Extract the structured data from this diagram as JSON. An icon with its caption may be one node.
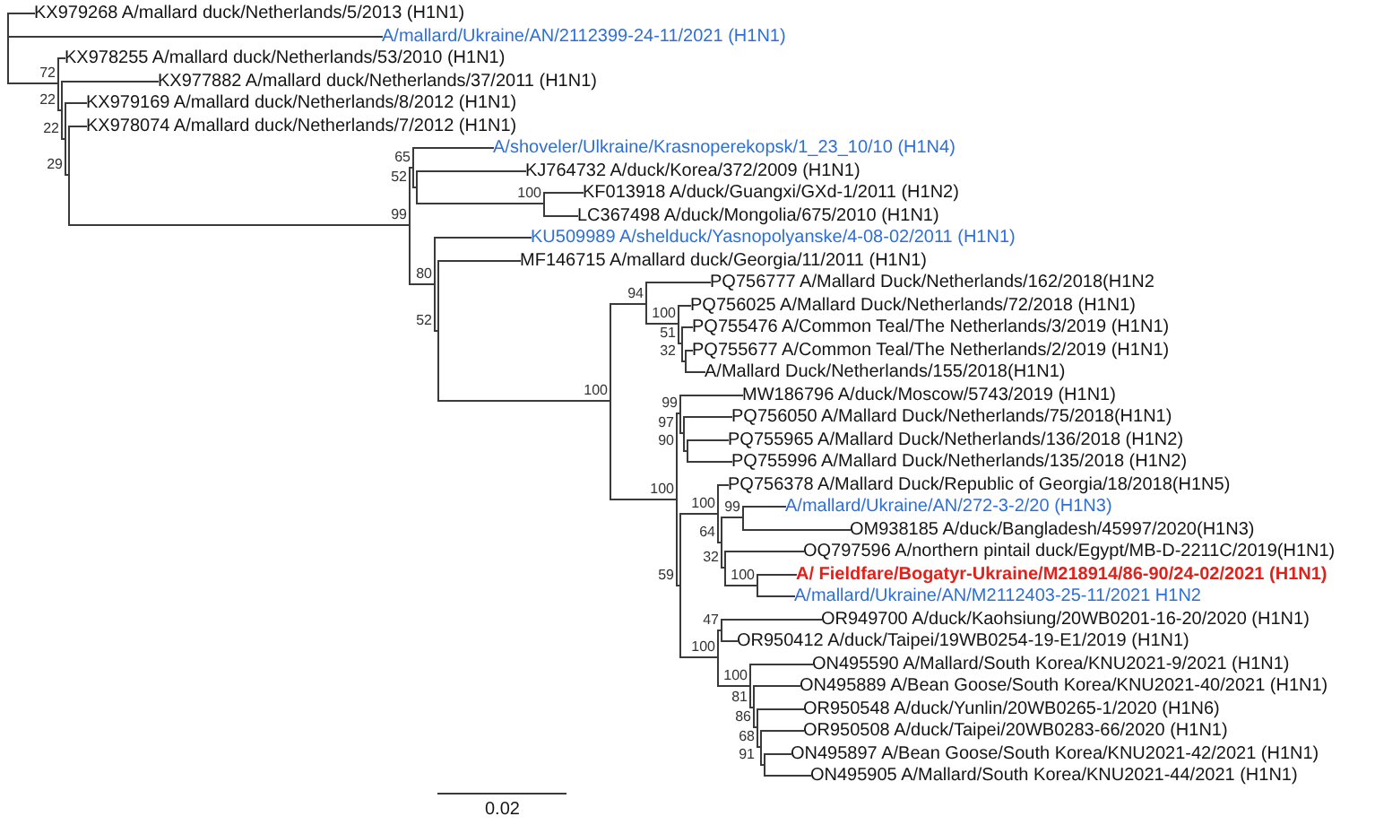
{
  "diagram": {
    "nodes": [
      {
        "text": [
          "KX979268 A/mallard duck/Netherlands/5/2013 (H1N1)"
        ]
      },
      {
        "text": [
          "A/mallard/Ukraine/AN/2112399-24-11/2021 (H1N1)"
        ]
      },
      {
        "text": [
          "KX978255 A/mallard duck/Netherlands/53/2010 (H1N1)"
        ]
      },
      {
        "text": [
          "KX977882 A/mallard duck/Netherlands/37/2011 (H1N1)"
        ]
      },
      {
        "text": [
          "KX979169 A/mallard duck/Netherlands/8/2012 (H1N1)"
        ]
      },
      {
        "text": [
          "KX978074 A/mallard duck/Netherlands/7/2012 (H1N1)"
        ]
      },
      {
        "text": [
          "A/shoveler/Ulkraine/Krasnoperekopsk/1_23_10/10 (H1N4)"
        ]
      },
      {
        "text": [
          "KJ764732 A/duck/Korea/372/2009 (H1N1)"
        ]
      },
      {
        "text": [
          "KF013918 A/duck/Guangxi/GXd-1/2011 (H1N2)"
        ]
      },
      {
        "text": [
          "LC367498 A/duck/Mongolia/675/2010 (H1N1)"
        ]
      },
      {
        "text": [
          "KU509989 A/shelduck/Yasnopolyanske/4-08-02/2011 (H1N1)"
        ]
      },
      {
        "text": [
          "MF146715 A/mallard duck/Georgia/11/2011 (H1N1)"
        ]
      },
      {
        "text": [
          "PQ756777 A/Mallard Duck/Netherlands/162/2018(H1N2"
        ]
      },
      {
        "text": [
          "PQ756025 A/Mallard Duck/Netherlands/72/2018 (H1N1)"
        ]
      },
      {
        "text": [
          "PQ755476 A/Common Teal/The Netherlands/3/2019 (H1N1)"
        ]
      },
      {
        "text": [
          "PQ755677 A/Common Teal/The Netherlands/2/2019 (H1N1)"
        ]
      },
      {
        "text": [
          "A/Mallard Duck/Netherlands/155/2018(H1N1)"
        ]
      },
      {
        "text": [
          "MW186796 A/duck/Moscow/5743/2019 (H1N1)"
        ]
      },
      {
        "text": [
          "PQ756050 A/Mallard Duck/Netherlands/75/2018(H1N1)"
        ]
      },
      {
        "text": [
          "PQ755965 A/Mallard Duck/Netherlands/136/2018 (H1N2)"
        ]
      },
      {
        "text": [
          "PQ755996 A/Mallard Duck/Netherlands/135/2018 (H1N2)"
        ]
      },
      {
        "text": [
          "PQ756378 A/Mallard Duck/Republic of Georgia/18/2018(H1N5)"
        ]
      },
      {
        "text": [
          "A/mallard/Ukraine/AN/272-3-2/20 (H1N3)"
        ]
      },
      {
        "text": [
          "OM938185 A/duck/Bangladesh/45997/2020(H1N3)"
        ]
      },
      {
        "text": [
          "OQ797596 A/northern pintail duck/Egypt/MB-D-2211C/2019(H1N1)"
        ]
      },
      {
        "text": [
          "A/ Fieldfare/Bogatyr-Ukraine/M218914/86-90/24-02/2021 (H1N1)"
        ]
      },
      {
        "text": [
          "A/mallard/Ukraine/AN/M2112403-25-11/2021 H1N2"
        ]
      },
      {
        "text": [
          "OR949700 A/duck/Kaohsiung/20WB0201-16-20/2020 (H1N1)"
        ]
      },
      {
        "text": [
          "OR950412 A/duck/Taipei/19WB0254-19-E1/2019 (H1N1)"
        ]
      },
      {
        "text": [
          "ON495590 A/Mallard/South Korea/KNU2021-9/2021 (H1N1)"
        ]
      },
      {
        "text": [
          "ON495889 A/Bean Goose/South Korea/KNU2021-40/2021 (H1N1)"
        ]
      },
      {
        "text": [
          "OR950548 A/duck/Yunlin/20WB0265-1/2020 (H1N6)"
        ]
      },
      {
        "text": [
          "OR950508 A/duck/Taipei/20WB0283-66/2020 (H1N1)"
        ]
      },
      {
        "text": [
          "ON495897 A/Bean Goose/South Korea/KNU2021-42/2021 (H1N1)"
        ]
      },
      {
        "text": [
          "ON495905 A/Mallard/South Korea/KNU2021-44/2021 (H1N1)"
        ]
      },
      {
        "text": [
          "72"
        ]
      },
      {
        "text": [
          "22"
        ]
      },
      {
        "text": [
          "22"
        ]
      },
      {
        "text": [
          "65"
        ]
      },
      {
        "text": [
          "29"
        ]
      },
      {
        "text": [
          "52"
        ]
      },
      {
        "text": [
          "100"
        ]
      },
      {
        "text": [
          "99"
        ]
      },
      {
        "text": [
          "80"
        ]
      },
      {
        "text": [
          "94"
        ]
      },
      {
        "text": [
          "100"
        ]
      },
      {
        "text": [
          "52"
        ]
      },
      {
        "text": [
          "51"
        ]
      },
      {
        "text": [
          "32"
        ]
      },
      {
        "text": [
          "100"
        ]
      },
      {
        "text": [
          "99"
        ]
      },
      {
        "text": [
          "97"
        ]
      },
      {
        "text": [
          "90"
        ]
      },
      {
        "text": [
          "100"
        ]
      },
      {
        "text": [
          "100"
        ]
      },
      {
        "text": [
          "99"
        ]
      },
      {
        "text": [
          "64"
        ]
      },
      {
        "text": [
          "32"
        ]
      },
      {
        "text": [
          "100"
        ]
      },
      {
        "text": [
          "59"
        ]
      },
      {
        "text": [
          "47"
        ]
      },
      {
        "text": [
          "100"
        ]
      },
      {
        "text": [
          "100"
        ]
      },
      {
        "text": [
          "81"
        ]
      },
      {
        "text": [
          "86"
        ]
      },
      {
        "text": [
          "68"
        ]
      },
      {
        "text": [
          "91"
        ]
      }
    ],
    "edges": [
      {
        "from": 35,
        "to": 0,
        "arrow": "none"
      },
      {
        "from": 35,
        "to": 1,
        "arrow": "none"
      },
      {
        "from": 35,
        "to": 2,
        "arrow": "none"
      },
      {
        "from": 35,
        "to": 36,
        "arrow": "none"
      },
      {
        "from": 36,
        "to": 3,
        "arrow": "none"
      },
      {
        "from": 36,
        "to": 37,
        "arrow": "none"
      },
      {
        "from": 37,
        "to": 4,
        "arrow": "none"
      },
      {
        "from": 37,
        "to": 39,
        "arrow": "none"
      },
      {
        "from": 39,
        "to": 5,
        "arrow": "none"
      },
      {
        "from": 39,
        "to": 42,
        "arrow": "none"
      },
      {
        "from": 42,
        "to": 38,
        "arrow": "none"
      },
      {
        "from": 42,
        "to": 43,
        "arrow": "none"
      },
      {
        "from": 38,
        "to": 6,
        "arrow": "none"
      },
      {
        "from": 38,
        "to": 40,
        "arrow": "none"
      },
      {
        "from": 40,
        "to": 7,
        "arrow": "none"
      },
      {
        "from": 40,
        "to": 41,
        "arrow": "none"
      },
      {
        "from": 41,
        "to": 8,
        "arrow": "none"
      },
      {
        "from": 41,
        "to": 9,
        "arrow": "none"
      },
      {
        "from": 43,
        "to": 10,
        "arrow": "none"
      },
      {
        "from": 43,
        "to": 46,
        "arrow": "none"
      },
      {
        "from": 46,
        "to": 11,
        "arrow": "none"
      },
      {
        "from": 46,
        "to": 49,
        "arrow": "none"
      },
      {
        "from": 49,
        "to": 44,
        "arrow": "none"
      },
      {
        "from": 49,
        "to": 53,
        "arrow": "none"
      },
      {
        "from": 44,
        "to": 12,
        "arrow": "none"
      },
      {
        "from": 44,
        "to": 45,
        "arrow": "none"
      },
      {
        "from": 45,
        "to": 13,
        "arrow": "none"
      },
      {
        "from": 45,
        "to": 47,
        "arrow": "none"
      },
      {
        "from": 47,
        "to": 14,
        "arrow": "none"
      },
      {
        "from": 47,
        "to": 48,
        "arrow": "none"
      },
      {
        "from": 48,
        "to": 15,
        "arrow": "none"
      },
      {
        "from": 48,
        "to": 16,
        "arrow": "none"
      },
      {
        "from": 53,
        "to": 50,
        "arrow": "none"
      },
      {
        "from": 53,
        "to": 59,
        "arrow": "none"
      },
      {
        "from": 50,
        "to": 17,
        "arrow": "none"
      },
      {
        "from": 50,
        "to": 51,
        "arrow": "none"
      },
      {
        "from": 51,
        "to": 18,
        "arrow": "none"
      },
      {
        "from": 51,
        "to": 52,
        "arrow": "none"
      },
      {
        "from": 52,
        "to": 19,
        "arrow": "none"
      },
      {
        "from": 52,
        "to": 20,
        "arrow": "none"
      },
      {
        "from": 59,
        "to": 54,
        "arrow": "none"
      },
      {
        "from": 59,
        "to": 61,
        "arrow": "none"
      },
      {
        "from": 54,
        "to": 21,
        "arrow": "none"
      },
      {
        "from": 54,
        "to": 56,
        "arrow": "none"
      },
      {
        "from": 56,
        "to": 55,
        "arrow": "none"
      },
      {
        "from": 56,
        "to": 57,
        "arrow": "none"
      },
      {
        "from": 55,
        "to": 22,
        "arrow": "none"
      },
      {
        "from": 55,
        "to": 23,
        "arrow": "none"
      },
      {
        "from": 57,
        "to": 24,
        "arrow": "none"
      },
      {
        "from": 57,
        "to": 58,
        "arrow": "none"
      },
      {
        "from": 58,
        "to": 25,
        "arrow": "none"
      },
      {
        "from": 58,
        "to": 26,
        "arrow": "none"
      },
      {
        "from": 61,
        "to": 60,
        "arrow": "none"
      },
      {
        "from": 61,
        "to": 62,
        "arrow": "none"
      },
      {
        "from": 60,
        "to": 27,
        "arrow": "none"
      },
      {
        "from": 60,
        "to": 28,
        "arrow": "none"
      },
      {
        "from": 62,
        "to": 29,
        "arrow": "none"
      },
      {
        "from": 62,
        "to": 63,
        "arrow": "none"
      },
      {
        "from": 63,
        "to": 30,
        "arrow": "none"
      },
      {
        "from": 63,
        "to": 64,
        "arrow": "none"
      },
      {
        "from": 64,
        "to": 31,
        "arrow": "none"
      },
      {
        "from": 64,
        "to": 65,
        "arrow": "none"
      },
      {
        "from": 65,
        "to": 32,
        "arrow": "none"
      },
      {
        "from": 65,
        "to": 66,
        "arrow": "none"
      },
      {
        "from": 66,
        "to": 33,
        "arrow": "none"
      },
      {
        "from": 66,
        "to": 34,
        "arrow": "none"
      }
    ],
    "labels": [
      "0.02"
    ]
  }
}
